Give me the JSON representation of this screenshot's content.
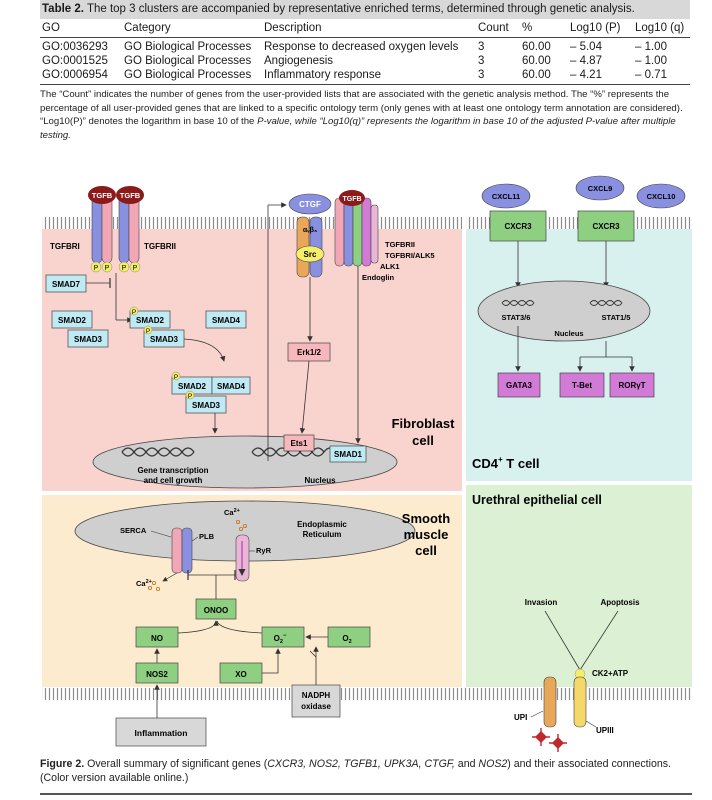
{
  "table": {
    "caption_label": "Table 2.",
    "caption_text": " The top 3 clusters are accompanied by representative enriched terms, determined through genetic analysis.",
    "headers": [
      "GO",
      "Category",
      "Description",
      "Count",
      "%",
      "Log10 (P)",
      "Log10 (q)"
    ],
    "rows": [
      [
        "GO:0036293",
        "GO Biological Processes",
        "Response to decreased oxygen levels",
        "3",
        "60.00",
        "– 5.04",
        "– 1.00"
      ],
      [
        "GO:0001525",
        "GO Biological Processes",
        "Angiogenesis",
        "3",
        "60.00",
        "– 4.87",
        "– 1.00"
      ],
      [
        "GO:0006954",
        "GO Biological Processes",
        "Inflammatory response",
        "3",
        "60.00",
        "– 4.21",
        "– 0.71"
      ]
    ],
    "note_part1": "The “Count” indicates the number of genes from the user-provided lists that are associated with the genetic analysis method. The “%” represents the percentage of all user-provided genes that are linked to a specific ontology term (only genes with at least one ontology term annotation are considered). “Log10(P)” denotes the logarithm in base 10 of the ",
    "note_italic": "P-value, while “Log10(q)” represents the logarithm in base 10 of the adjusted P-value after multiple testing."
  },
  "figure": {
    "caption_label": "Figure 2.",
    "caption_text1": " Overall summary of significant genes (",
    "caption_genes": "CXCR3, NOS2, TGFB1, UPK3A, CTGF,",
    "caption_and": " and ",
    "caption_gene_last": "NOS2",
    "caption_text2": ") and their associated connections. (Color version available online.)"
  },
  "diagram": {
    "regions": {
      "fibroblast": "Fibroblast",
      "fibroblast_line2": "cell",
      "cd4_tcell": "CD4",
      "cd4_sup": "+",
      "cd4_suffix": " T cell",
      "smooth_muscle_1": "Smooth",
      "smooth_muscle_2": "muscle",
      "smooth_muscle_3": "cell",
      "urethral": "Urethral epithelial cell"
    },
    "fibroblast": {
      "tgfb": "TGFB",
      "tgfbr1": "TGFBRI",
      "tgfbr2": "TGFBRII",
      "p": "P",
      "smad7": "SMAD7",
      "smad2": "SMAD2",
      "smad3": "SMAD3",
      "smad4": "SMAD4",
      "ctgf": "CTGF",
      "integrin": "αᵥβ₃",
      "src": "Src",
      "erk": "Erk1/2",
      "ets1": "Ets1",
      "smad1": "SMAD1",
      "tgfbrii_r": "TGFBRII",
      "tgfbri_alk5": "TGFBRI/ALK5",
      "alk1": "ALK1",
      "endoglin": "Endoglin",
      "nucleus": "Nucleus",
      "gene_transcription_1": "Gene transcription",
      "gene_transcription_2": "and cell growth"
    },
    "tcell": {
      "cxcl11": "CXCL11",
      "cxcl9": "CXCL9",
      "cxcl10": "CXCL10",
      "cxcr3": "CXCR3",
      "stat36": "STAT3/6",
      "stat15": "STAT1/5",
      "nucleus": "Nucleus",
      "gata3": "GATA3",
      "tbet": "T-Bet",
      "rorgt": "RORγT"
    },
    "smooth": {
      "serca": "SERCA",
      "plb": "PLB",
      "ca": "Ca",
      "ca_sup": "2+",
      "ryr": "RyR",
      "er_1": "Endoplasmic",
      "er_2": "Reticulum",
      "onoo": "ONOO",
      "no": "NO",
      "o2minus": "O",
      "o2minus_sub": "2",
      "o2minus_sup": "−",
      "o2": "O",
      "o2_sub": "2",
      "nos2": "NOS2",
      "xo": "XO",
      "nadph_1": "NADPH",
      "nadph_2": "oxidase",
      "inflammation": "Inflammation"
    },
    "urethral": {
      "invasion": "Invasion",
      "apoptosis": "Apoptosis",
      "ck2": "CK2+ATP",
      "upi": "UPI",
      "upiii": "UPIII"
    },
    "colors": {
      "fibroblast_bg": "#f9d3cd",
      "tcell_bg": "#d8f1ee",
      "smooth_bg": "#fdebd0",
      "urethral_bg": "#dcf1d4",
      "tgfb": "#8b1a1a",
      "smad": "#bfe9f3",
      "green_box": "#8fcf82",
      "magenta_box": "#d17ad6",
      "ctgf": "#8a90e0",
      "phospho": "#f5ee6a"
    }
  }
}
